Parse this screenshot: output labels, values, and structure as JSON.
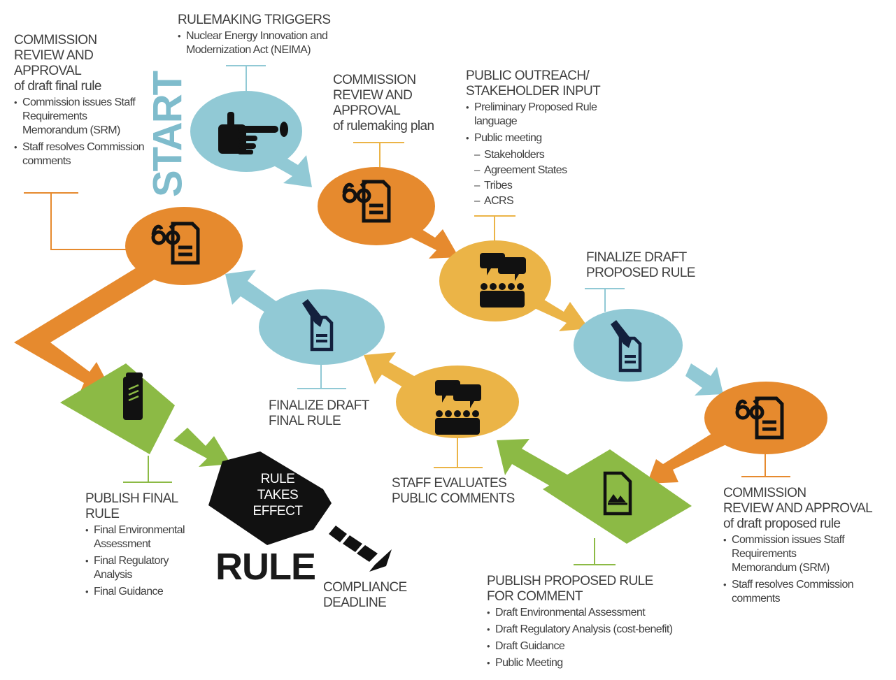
{
  "title": "Rulemaking process flow",
  "colors": {
    "orange": "#e68a2e",
    "yellow": "#ebb447",
    "blue": "#91c9d5",
    "green": "#8cba45",
    "icon_dark": "#111111",
    "icon_navy": "#13203d",
    "text": "#3f3f3f",
    "start": "#7fbccc"
  },
  "start_label": "START",
  "steps": {
    "triggers": {
      "heading": "RULEMAKING TRIGGERS",
      "bullets": [
        "Nuclear Energy Innovation and Modernization Act (NEIMA)"
      ],
      "icon": "pointing-hand-icon"
    },
    "plan_review": {
      "heading_lines": [
        "COMMISSION",
        "REVIEW AND",
        "APPROVAL"
      ],
      "subheading": "of rulemaking plan",
      "icon": "glasses-document-icon"
    },
    "outreach": {
      "heading_lines": [
        "PUBLIC OUTREACH/",
        "STAKEHOLDER INPUT"
      ],
      "bullets": [
        "Preliminary Proposed Rule language",
        "Public meeting"
      ],
      "sub_items": [
        "Stakeholders",
        "Agreement States",
        "Tribes",
        "ACRS"
      ],
      "icon": "public-meeting-icon"
    },
    "finalize_proposed": {
      "heading_lines": [
        "FINALIZE DRAFT",
        "PROPOSED RULE"
      ],
      "icon": "pen-document-icon"
    },
    "proposed_review": {
      "heading_lines": [
        "COMMISSION",
        "REVIEW AND APPROVAL"
      ],
      "subheading": "of draft proposed rule",
      "bullets": [
        "Commission issues Staff Requirements Memorandum (SRM)",
        "Staff resolves Commission comments"
      ],
      "icon": "glasses-document-icon"
    },
    "publish_proposed": {
      "heading_lines": [
        "PUBLISH PROPOSED RULE",
        "FOR COMMENT"
      ],
      "bullets": [
        "Draft Environmental Assessment",
        "Draft Regulatory Analysis (cost-benefit)",
        "Draft Guidance",
        "Public Meeting"
      ],
      "icon": "image-document-icon"
    },
    "evaluate_comments": {
      "heading_lines": [
        "STAFF EVALUATES",
        "PUBLIC COMMENTS"
      ],
      "icon": "public-meeting-icon"
    },
    "finalize_final": {
      "heading_lines": [
        "FINALIZE DRAFT",
        "FINAL RULE"
      ],
      "icon": "pen-document-icon"
    },
    "final_review": {
      "heading_lines": [
        "COMMISSION",
        "REVIEW AND",
        "APPROVAL"
      ],
      "subheading": "of draft final rule",
      "bullets": [
        "Commission issues Staff Requirements Memorandum (SRM)",
        "Staff resolves Commission comments"
      ],
      "icon": "glasses-document-icon"
    },
    "publish_final": {
      "heading_lines": [
        "PUBLISH FINAL",
        "RULE"
      ],
      "bullets": [
        "Final Environmental Assessment",
        "Final Regulatory Analysis",
        "Final Guidance"
      ],
      "icon": "book-icon"
    },
    "rule_effect": {
      "label_lines": [
        "RULE",
        "TAKES",
        "EFFECT"
      ],
      "big_label": "RULE",
      "icon": "stamp-icon"
    },
    "compliance": {
      "heading_lines": [
        "COMPLIANCE",
        "DEADLINE"
      ]
    }
  }
}
